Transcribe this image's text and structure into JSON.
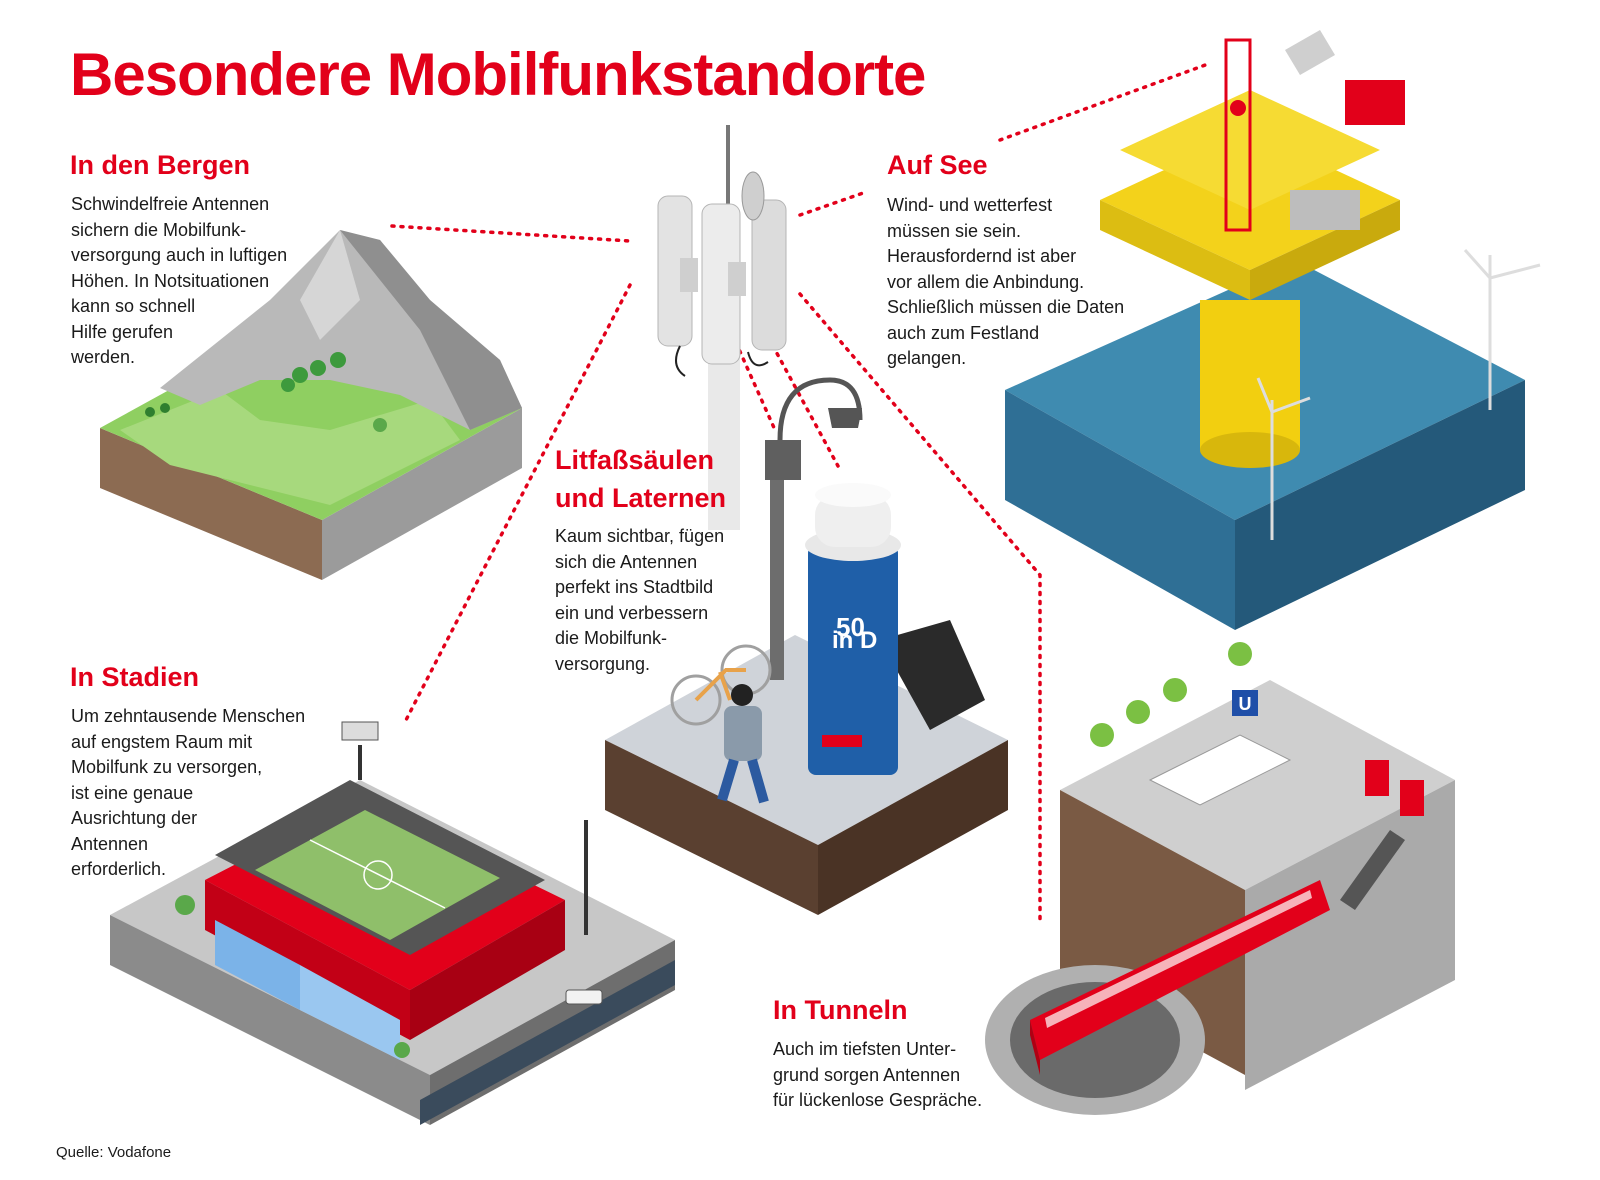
{
  "title": "Besondere Mobilfunkstandorte",
  "sections": {
    "berge": {
      "heading": "In den Bergen",
      "text": "Schwindelfreie Antennen\nsichern die Mobilfunk-\nversorgung auch in luftigen\nHöhen. In Notsituationen\nkann so schnell\nHilfe gerufen\nwerden."
    },
    "see": {
      "heading": "Auf See",
      "text": "Wind- und wetterfest\nmüssen sie sein.\nHerausfordernd ist aber\nvor allem die Anbindung.\nSchließlich müssen die Daten\nauch zum Festland\ngelangen."
    },
    "litfass": {
      "heading_line1": "Litfaßsäulen",
      "heading_line2": "und Laternen",
      "text": "Kaum sichtbar, fügen\nsich die Antennen\nperfekt ins Stadtbild\nein und verbessern\ndie Mobilfunk-\nversorgung."
    },
    "stadien": {
      "heading": "In Stadien",
      "text": "Um zehntausende Menschen\nauf engstem Raum mit\nMobilfunk zu versorgen,\nist eine genaue\nAusrichtung der\nAntennen\nerforderlich."
    },
    "tunnel": {
      "heading": "In Tunneln",
      "text": "Auch im tiefsten Unter-\ngrund sorgen Antennen\nfür lückenlose Gespräche."
    }
  },
  "pillar_text": {
    "line1": "50",
    "line2": "in D"
  },
  "subway_sign": "U",
  "source": "Quelle: Vodafone",
  "colors": {
    "accent": "#e2001a",
    "water": "#3f8bb0",
    "platform": "#f3d21b",
    "grass": "#7bc043",
    "rock": "#a9a9a9"
  }
}
